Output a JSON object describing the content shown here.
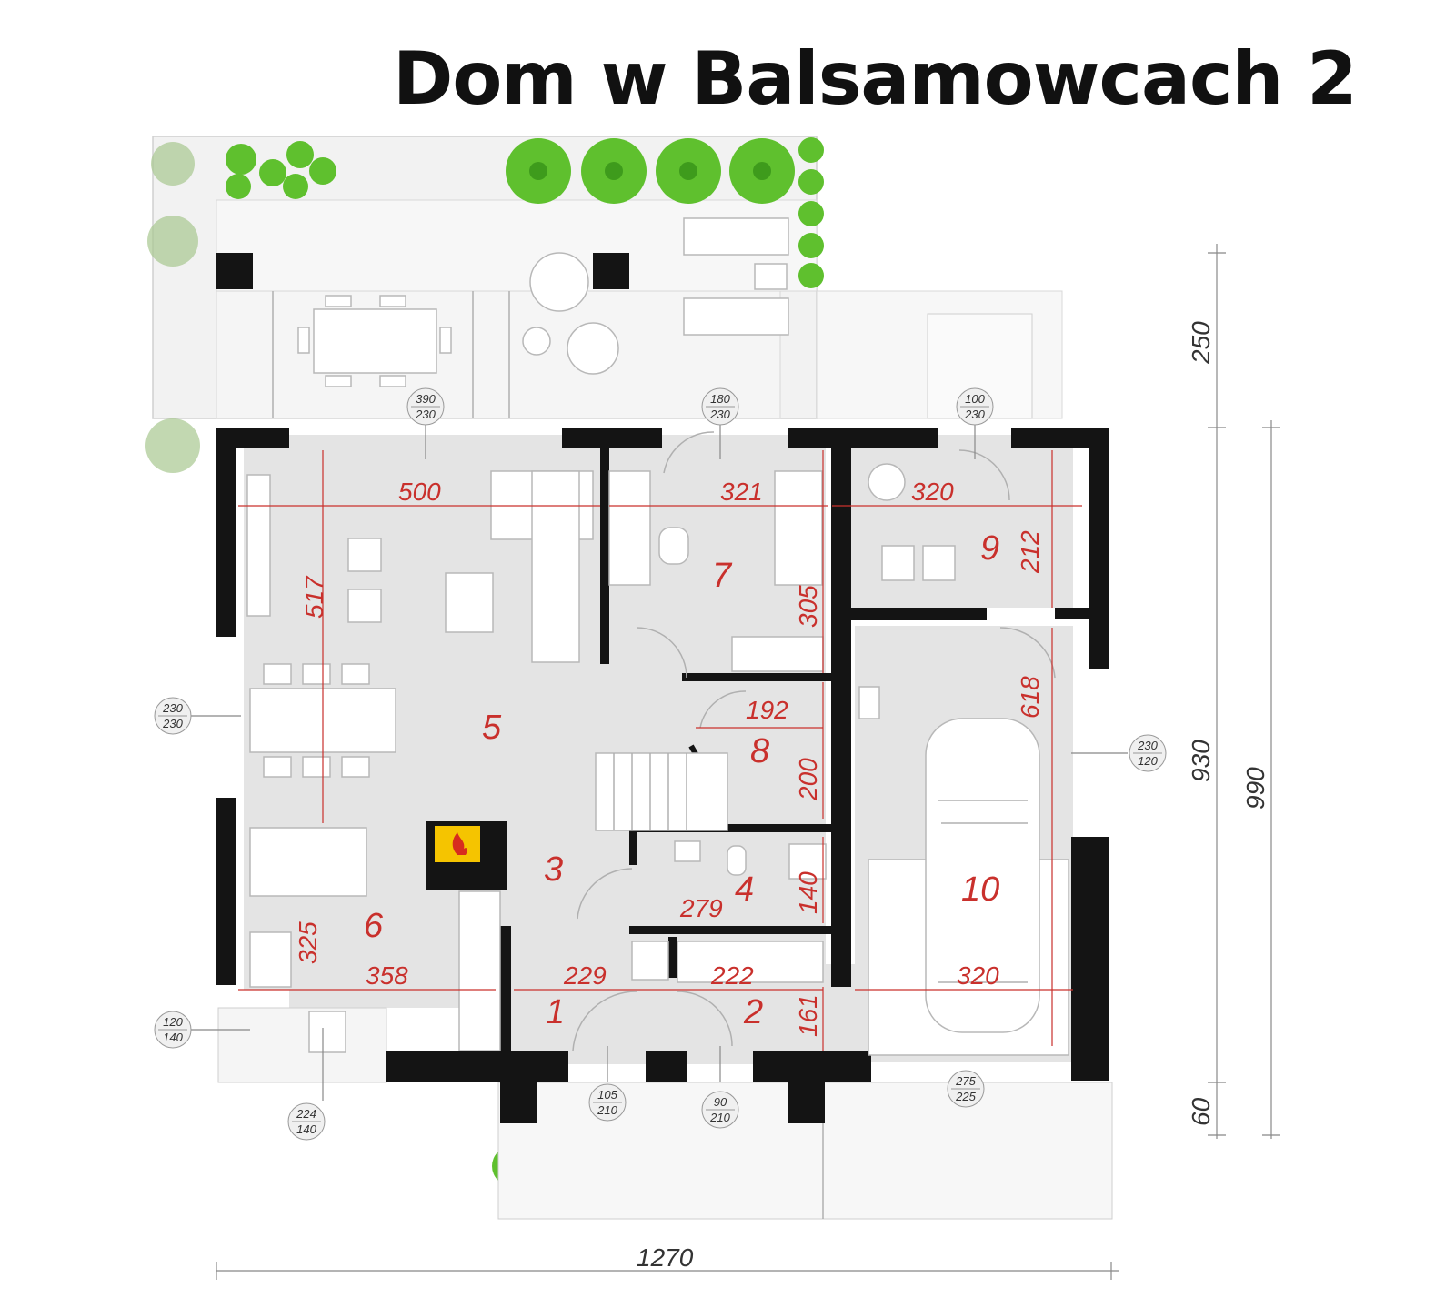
{
  "title": "Dom w Balsamowcach 2",
  "rooms": [
    {
      "number": "1"
    },
    {
      "number": "2"
    },
    {
      "number": "3"
    },
    {
      "number": "4"
    },
    {
      "number": "5"
    },
    {
      "number": "6"
    },
    {
      "number": "7"
    },
    {
      "number": "8"
    },
    {
      "number": "9"
    },
    {
      "number": "10"
    }
  ],
  "room_dimensions": {
    "living_width": "500",
    "living_depth": "517",
    "bath7_width": "321",
    "bath7_depth": "305",
    "utility_width": "320",
    "utility_depth": "212",
    "garage_depth": "618",
    "garage_width": "320",
    "stairs_width": "192",
    "stairs_depth": "200",
    "wc_width": "279",
    "wc_depth": "140",
    "kitchen_depth": "325",
    "kitchen_width": "358",
    "hall_width": "229",
    "wardrobe_width": "222",
    "vestibule_depth": "161"
  },
  "overall_dimensions": {
    "total_width": "1270",
    "terrace_depth": "250",
    "house_depth": "930",
    "total_depth": "990",
    "entry_depth": "60"
  },
  "openings": [
    {
      "top": "390",
      "bottom": "230"
    },
    {
      "top": "180",
      "bottom": "230"
    },
    {
      "top": "100",
      "bottom": "230"
    },
    {
      "top": "230",
      "bottom": "230"
    },
    {
      "top": "230",
      "bottom": "120"
    },
    {
      "top": "120",
      "bottom": "140"
    },
    {
      "top": "224",
      "bottom": "140"
    },
    {
      "top": "105",
      "bottom": "210"
    },
    {
      "top": "90",
      "bottom": "210"
    },
    {
      "top": "275",
      "bottom": "225"
    }
  ],
  "colors": {
    "walls": "#141414",
    "floor": "#e4e4e4",
    "room_labels": "#c9302c",
    "trees": "#5fc02e",
    "fireplace": "#f5c400"
  }
}
